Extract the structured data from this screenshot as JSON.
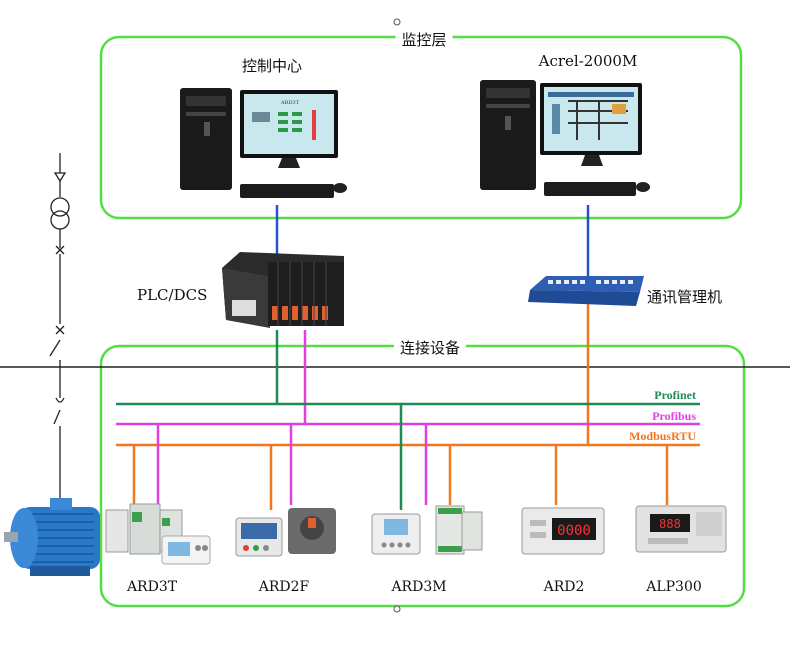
{
  "layers": {
    "monitor": "监控层",
    "connect": "连接设备"
  },
  "computers": {
    "left": "控制中心",
    "right": "Acrel-2000M"
  },
  "gateways": {
    "plc": "PLC/DCS",
    "comm": "通讯管理机"
  },
  "buses": {
    "profinet": "Profinet",
    "profibus": "Profibus",
    "modbus": "ModbusRTU"
  },
  "devices": [
    "ARD3T",
    "ARD2F",
    "ARD3M",
    "ARD2",
    "ALP300"
  ],
  "screen_text": "ARD3T",
  "displays": {
    "ard2": "0000",
    "alp300": "888"
  },
  "colors": {
    "frame": "#55dd44",
    "profinet": "#1f8a55",
    "profibus": "#e040e0",
    "modbus": "#f07820",
    "uplink": "#2255cc"
  }
}
